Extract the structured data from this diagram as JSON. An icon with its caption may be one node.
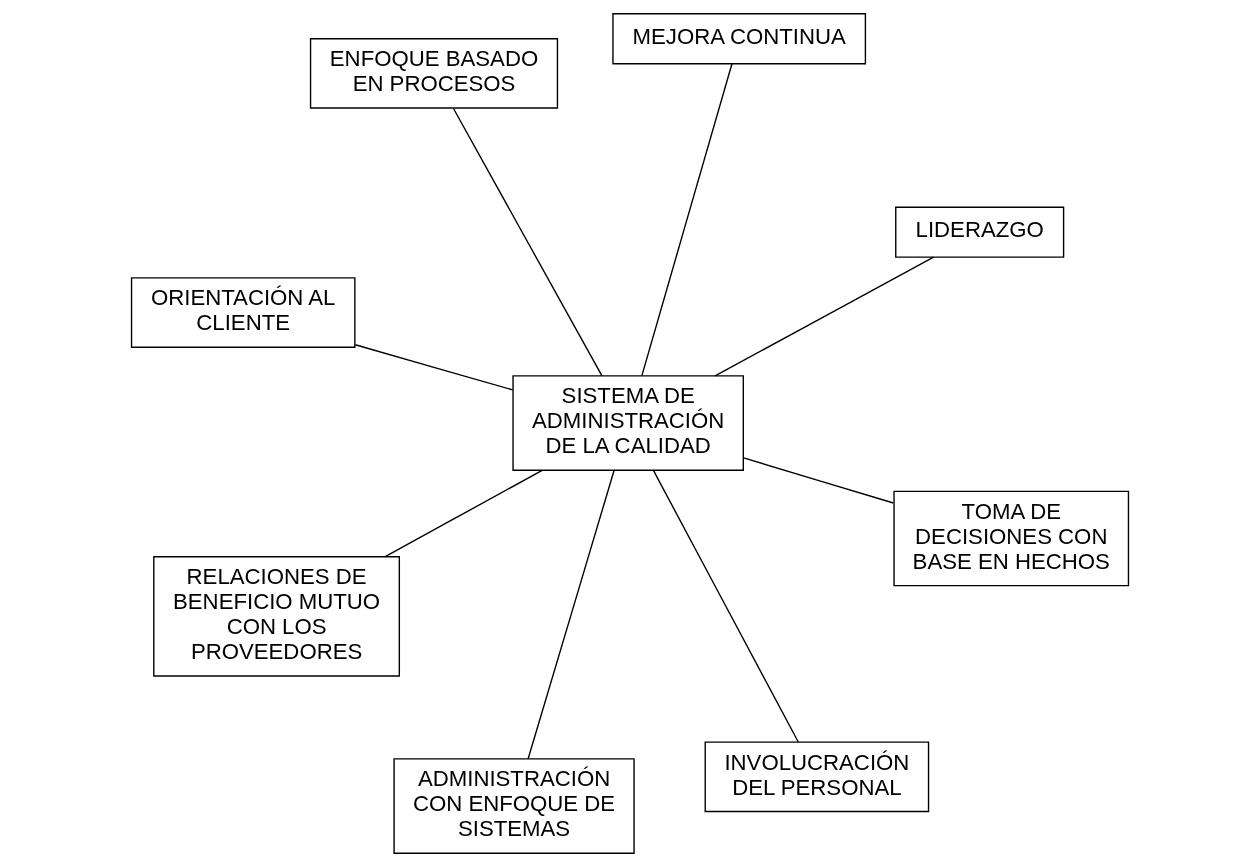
{
  "diagram": {
    "nodes": [
      {
        "text": [
          "ORIENTACIÓN AL CLIENTE"
        ]
      },
      {
        "text": [
          "LIDERAZGO"
        ]
      },
      {
        "text": [
          "INVOLUCRACIÓN DEL PERSONAL"
        ]
      },
      {
        "text": [
          "MEJORA CONTINUA"
        ]
      },
      {
        "text": [
          "SISTEMA DE ADMINISTRACIÓN DE LA CALIDAD"
        ]
      },
      {
        "text": [
          "ENFOQUE BASADO EN PROCESOS"
        ]
      },
      {
        "text": [
          "RELACIONES DE BENEFICIO MUTUO CON LOS PROVEEDORES"
        ]
      },
      {
        "text": [
          "TOMA DE DECISIONES CON BASE EN HECHOS"
        ]
      },
      {
        "text": [
          "ADMINISTRACIÓN CON ENFOQUE DE SISTEMAS"
        ]
      }
    ],
    "edges": [
      {
        "from": 4,
        "to": 0,
        "arrow": "none"
      },
      {
        "from": 4,
        "to": 1,
        "arrow": "none"
      },
      {
        "from": 4,
        "to": 2,
        "arrow": "none"
      },
      {
        "from": 4,
        "to": 3,
        "arrow": "none"
      },
      {
        "from": 4,
        "to": 5,
        "arrow": "none"
      },
      {
        "from": 4,
        "to": 6,
        "arrow": "none"
      },
      {
        "from": 4,
        "to": 7,
        "arrow": "none"
      },
      {
        "from": 4,
        "to": 8,
        "arrow": "none"
      }
    ]
  }
}
